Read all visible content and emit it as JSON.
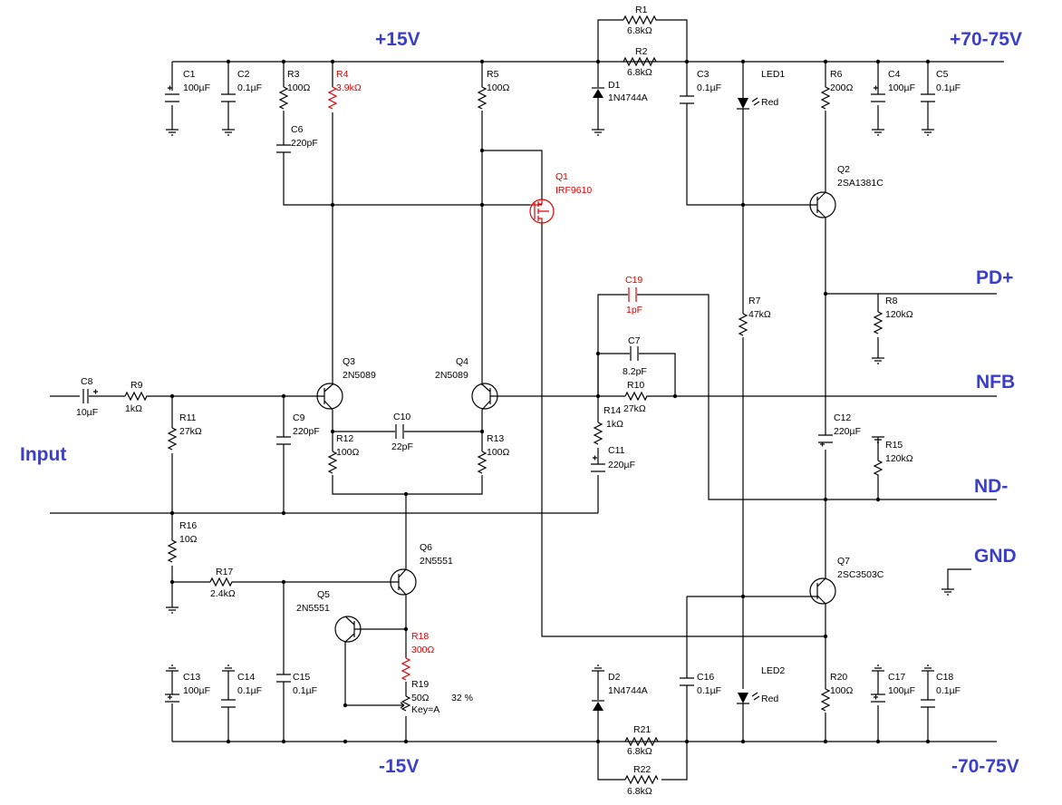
{
  "rails": {
    "pos15": "+15V",
    "neg15": "-15V",
    "pos70": "+70-75V",
    "neg70": "-70-75V"
  },
  "nets": {
    "input": "Input",
    "pd_plus": "PD+",
    "nfb": "NFB",
    "nd_minus": "ND-",
    "gnd": "GND"
  },
  "components": {
    "C1": {
      "ref": "C1",
      "value": "100µF"
    },
    "C2": {
      "ref": "C2",
      "value": "0.1µF"
    },
    "R3": {
      "ref": "R3",
      "value": "100Ω"
    },
    "R4": {
      "ref": "R4",
      "value": "3.9kΩ"
    },
    "C6": {
      "ref": "C6",
      "value": "220pF"
    },
    "R5": {
      "ref": "R5",
      "value": "100Ω"
    },
    "R1": {
      "ref": "R1",
      "value": "6.8kΩ"
    },
    "R2": {
      "ref": "R2",
      "value": "6.8kΩ"
    },
    "D1": {
      "ref": "D1",
      "value": "1N4744A"
    },
    "C3": {
      "ref": "C3",
      "value": "0.1µF"
    },
    "LED1": {
      "ref": "LED1",
      "value": "Red"
    },
    "R6": {
      "ref": "R6",
      "value": "200Ω"
    },
    "C4": {
      "ref": "C4",
      "value": "100µF"
    },
    "C5": {
      "ref": "C5",
      "value": "0.1µF"
    },
    "Q1": {
      "ref": "Q1",
      "value": "IRF9610"
    },
    "Q2": {
      "ref": "Q2",
      "value": "2SA1381C"
    },
    "C19": {
      "ref": "C19",
      "value": "1pF"
    },
    "R7": {
      "ref": "R7",
      "value": "47kΩ"
    },
    "R8": {
      "ref": "R8",
      "value": "120kΩ"
    },
    "C7": {
      "ref": "C7",
      "value": "8.2pF"
    },
    "Q3": {
      "ref": "Q3",
      "value": "2N5089"
    },
    "Q4": {
      "ref": "Q4",
      "value": "2N5089"
    },
    "C8": {
      "ref": "C8",
      "value": "10µF"
    },
    "R9": {
      "ref": "R9",
      "value": "1kΩ"
    },
    "R10": {
      "ref": "R10",
      "value": "27kΩ"
    },
    "R11": {
      "ref": "R11",
      "value": "27kΩ"
    },
    "C9": {
      "ref": "C9",
      "value": "220pF"
    },
    "C10": {
      "ref": "C10",
      "value": "22pF"
    },
    "R12": {
      "ref": "R12",
      "value": "100Ω"
    },
    "R13": {
      "ref": "R13",
      "value": "100Ω"
    },
    "R14": {
      "ref": "R14",
      "value": "1kΩ"
    },
    "C11": {
      "ref": "C11",
      "value": "220µF"
    },
    "C12": {
      "ref": "C12",
      "value": "220µF"
    },
    "R15": {
      "ref": "R15",
      "value": "120kΩ"
    },
    "R16": {
      "ref": "R16",
      "value": "10Ω"
    },
    "Q6": {
      "ref": "Q6",
      "value": "2N5551"
    },
    "R17": {
      "ref": "R17",
      "value": "2.4kΩ"
    },
    "Q5": {
      "ref": "Q5",
      "value": "2N5551"
    },
    "Q7": {
      "ref": "Q7",
      "value": "2SC3503C"
    },
    "R18": {
      "ref": "R18",
      "value": "300Ω"
    },
    "R19": {
      "ref": "R19",
      "value": "50Ω",
      "key": "Key=A",
      "percent": "32 %"
    },
    "C13": {
      "ref": "C13",
      "value": "100µF"
    },
    "C14": {
      "ref": "C14",
      "value": "0.1µF"
    },
    "C15": {
      "ref": "C15",
      "value": "0.1µF"
    },
    "D2": {
      "ref": "D2",
      "value": "1N4744A"
    },
    "C16": {
      "ref": "C16",
      "value": "0.1µF"
    },
    "LED2": {
      "ref": "LED2",
      "value": "Red"
    },
    "R20": {
      "ref": "R20",
      "value": "100Ω"
    },
    "C17": {
      "ref": "C17",
      "value": "100µF"
    },
    "C18": {
      "ref": "C18",
      "value": "0.1µF"
    },
    "R21": {
      "ref": "R21",
      "value": "6.8kΩ"
    },
    "R22": {
      "ref": "R22",
      "value": "6.8kΩ"
    }
  }
}
